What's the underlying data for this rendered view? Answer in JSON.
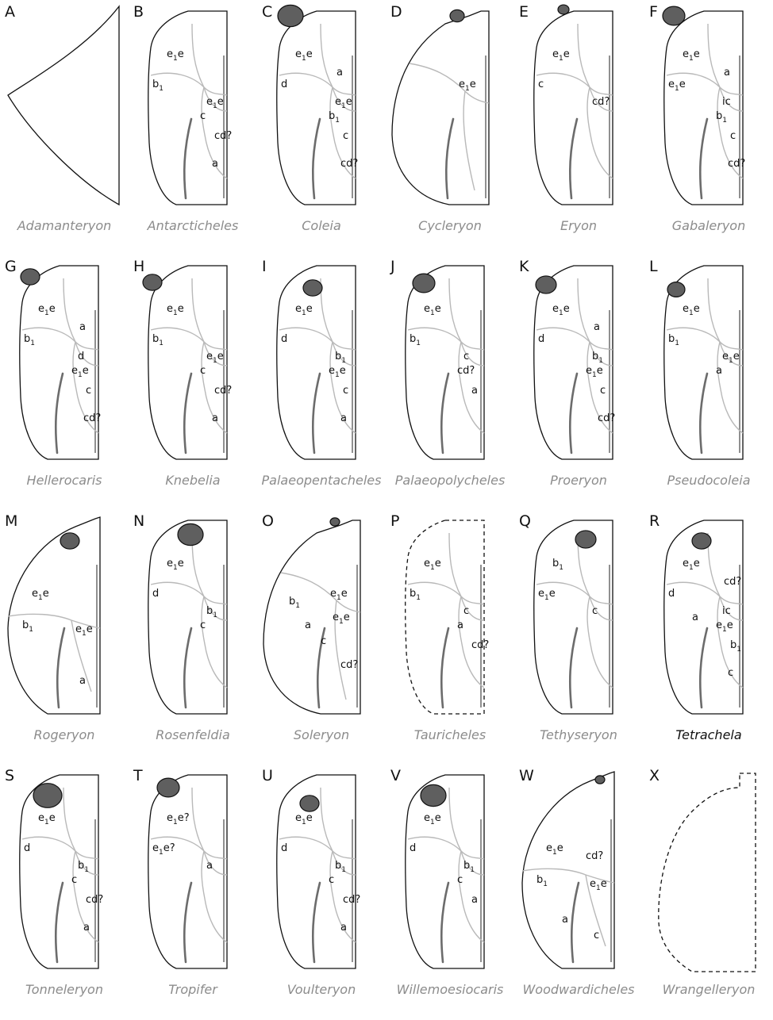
{
  "panels": [
    {
      "letter": "A",
      "genus": "Adamanteryon",
      "labels": []
    },
    {
      "letter": "B",
      "genus": "Antarcticheles",
      "labels": [
        "e1e",
        "b1",
        "e1e",
        "c",
        "cd?",
        "a"
      ]
    },
    {
      "letter": "C",
      "genus": "Coleia",
      "labels": [
        "e1e",
        "d",
        "e1e",
        "b1",
        "c",
        "cd?",
        "a"
      ]
    },
    {
      "letter": "D",
      "genus": "Cycleryon",
      "labels": [
        "e1e"
      ]
    },
    {
      "letter": "E",
      "genus": "Eryon",
      "labels": [
        "e1e",
        "c",
        "cd?"
      ]
    },
    {
      "letter": "F",
      "genus": "Gabaleryon",
      "labels": [
        "e1e",
        "e1e",
        "ic",
        "b1",
        "c",
        "cd?",
        "a"
      ]
    },
    {
      "letter": "G",
      "genus": "Hellerocaris",
      "labels": [
        "e1e",
        "b1",
        "d",
        "e1e",
        "c",
        "cd?",
        "a"
      ]
    },
    {
      "letter": "H",
      "genus": "Knebelia",
      "labels": [
        "e1e",
        "b1",
        "e1e",
        "c",
        "cd?",
        "a"
      ]
    },
    {
      "letter": "I",
      "genus": "Palaeopentacheles",
      "labels": [
        "e1e",
        "d",
        "b1",
        "e1e",
        "c",
        "a"
      ]
    },
    {
      "letter": "J",
      "genus": "Palaeopolycheles",
      "labels": [
        "e1e",
        "b1",
        "c",
        "cd?",
        "a"
      ]
    },
    {
      "letter": "K",
      "genus": "Proeryon",
      "labels": [
        "e1e",
        "d",
        "b1",
        "e1e",
        "c",
        "cd?",
        "a"
      ]
    },
    {
      "letter": "L",
      "genus": "Pseudocoleia",
      "labels": [
        "e1e",
        "b1",
        "e1e",
        "a"
      ]
    },
    {
      "letter": "M",
      "genus": "Rogeryon",
      "labels": [
        "e1e",
        "b1",
        "e1e",
        "a"
      ]
    },
    {
      "letter": "N",
      "genus": "Rosenfeldia",
      "labels": [
        "e1e",
        "d",
        "b1",
        "c"
      ]
    },
    {
      "letter": "O",
      "genus": "Soleryon",
      "labels": [
        "e1e",
        "b1",
        "e1e",
        "c",
        "cd?",
        "a"
      ]
    },
    {
      "letter": "P",
      "genus": "Tauricheles",
      "labels": [
        "e1e",
        "b1",
        "c",
        "a",
        "cd?"
      ]
    },
    {
      "letter": "Q",
      "genus": "Tethyseryon",
      "labels": [
        "b1",
        "e1e",
        "c"
      ]
    },
    {
      "letter": "R",
      "genus": "Tetrachela",
      "labels": [
        "e1e",
        "d",
        "ic",
        "e1e",
        "b1",
        "c",
        "cd?",
        "a"
      ]
    },
    {
      "letter": "S",
      "genus": "Tonneleryon",
      "labels": [
        "e1e",
        "d",
        "b1",
        "c",
        "cd?",
        "a"
      ]
    },
    {
      "letter": "T",
      "genus": "Tropifer",
      "labels": [
        "e1e?",
        "e1e?",
        "a"
      ]
    },
    {
      "letter": "U",
      "genus": "Voulteryon",
      "labels": [
        "e1e",
        "d",
        "b1",
        "c",
        "cd?",
        "a"
      ]
    },
    {
      "letter": "V",
      "genus": "Willemoesiocaris",
      "labels": [
        "e1e",
        "d",
        "b1",
        "c",
        "a"
      ]
    },
    {
      "letter": "W",
      "genus": "Woodwardicheles",
      "labels": [
        "e1e",
        "b1",
        "e1e",
        "c",
        "a",
        "cd?"
      ]
    },
    {
      "letter": "X",
      "genus": "Wrangelleryon",
      "labels": []
    }
  ],
  "colors": {
    "genus_text": "#8c8c8c",
    "highlighted_genus_text": "#111111",
    "orbit_fill": "#5f5f5f",
    "groove": "#b9b9b9",
    "ridge": "#6c6c6c"
  }
}
